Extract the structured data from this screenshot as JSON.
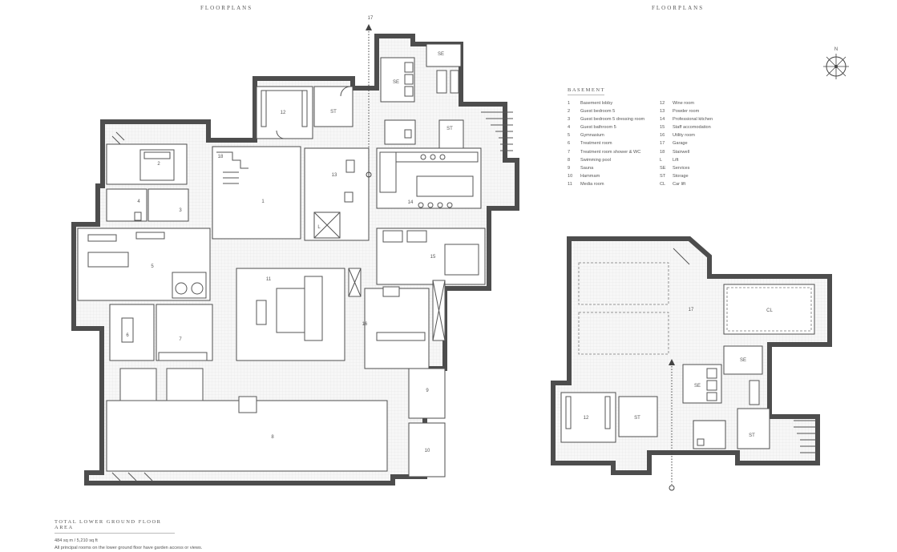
{
  "header": {
    "left": "FLOORPLANS",
    "right": "FLOORPLANS"
  },
  "compass": {
    "label": "N"
  },
  "key": {
    "title": "BASEMENT",
    "left_column": [
      {
        "num": "1",
        "name": "Basement lobby"
      },
      {
        "num": "2",
        "name": "Guest bedroom 5"
      },
      {
        "num": "3",
        "name": "Guest bedroom 5 dressing room"
      },
      {
        "num": "4",
        "name": "Guest bathroom 5"
      },
      {
        "num": "5",
        "name": "Gymnasium"
      },
      {
        "num": "6",
        "name": "Treatment room"
      },
      {
        "num": "7",
        "name": "Treatment room shower & WC"
      },
      {
        "num": "8",
        "name": "Swimming pool"
      },
      {
        "num": "9",
        "name": "Sauna"
      },
      {
        "num": "10",
        "name": "Hammam"
      },
      {
        "num": "11",
        "name": "Media room"
      }
    ],
    "right_column": [
      {
        "num": "12",
        "name": "Wine room"
      },
      {
        "num": "13",
        "name": "Powder room"
      },
      {
        "num": "14",
        "name": "Professional kitchen"
      },
      {
        "num": "15",
        "name": "Staff accomodation"
      },
      {
        "num": "16",
        "name": "Utility room"
      },
      {
        "num": "17",
        "name": "Garage"
      },
      {
        "num": "18",
        "name": "Stairwell"
      },
      {
        "num": "L",
        "name": "Lift"
      },
      {
        "num": "SE",
        "name": "Services"
      },
      {
        "num": "ST",
        "name": "Storage"
      },
      {
        "num": "CL",
        "name": "Car lift"
      }
    ]
  },
  "rooms_main": {
    "r1": "1",
    "r2": "2",
    "r3": "3",
    "r4": "4",
    "r5": "5",
    "r6": "6",
    "r7": "7",
    "r8": "8",
    "r9": "9",
    "r10": "10",
    "r11": "11",
    "r12": "12",
    "r13": "13",
    "r14": "14",
    "r15": "15",
    "r16": "16",
    "r17": "17",
    "r18": "18",
    "lift": "L",
    "se1": "SE",
    "se2": "SE",
    "st1": "ST",
    "st2": "ST"
  },
  "rooms_garage": {
    "r17": "17",
    "cl": "CL",
    "se1": "SE",
    "se2": "SE",
    "r12": "12",
    "st1": "ST",
    "st2": "ST"
  },
  "footer": {
    "title": "TOTAL LOWER GROUND FLOOR AREA",
    "area": "484 sq m / 5,210 sq ft",
    "note": "All principal rooms on the lower ground floor have garden access or views."
  }
}
